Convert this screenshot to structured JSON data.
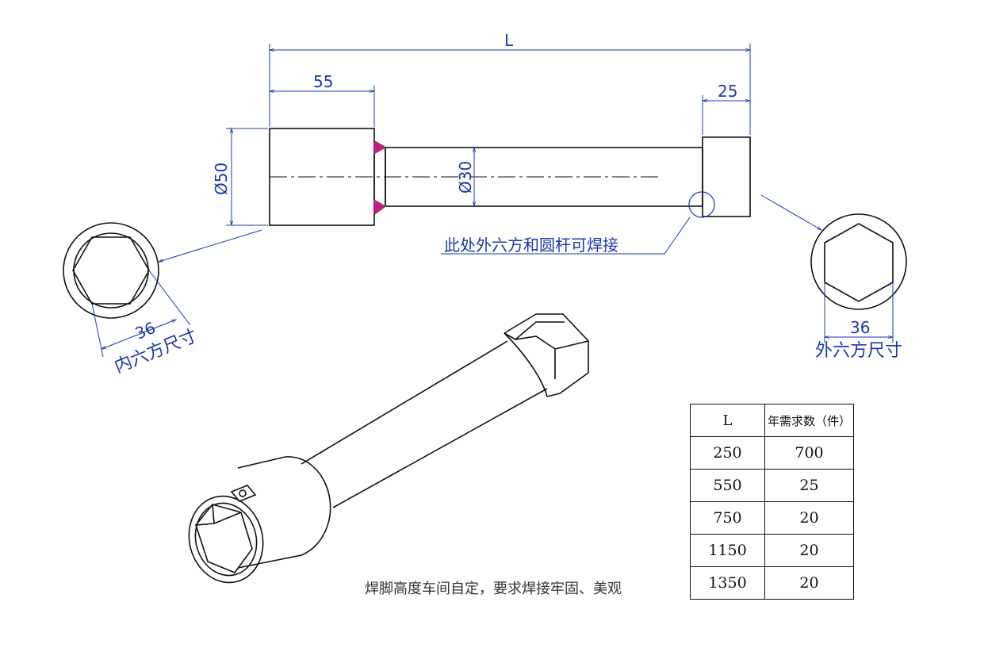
{
  "dimensions": {
    "overall_length": "L",
    "head_length": "55",
    "end_length": "25",
    "head_diameter": "Ø50",
    "rod_diameter": "Ø30",
    "inner_hex": "36",
    "outer_hex": "36"
  },
  "notes": {
    "weld_note": "此处外六方和圆杆可焊接",
    "inner_hex_label": "内六方尺寸",
    "outer_hex_label": "外六方尺寸",
    "weld_requirement": "焊脚高度车间自定，要求焊接牢固、美观"
  },
  "table": {
    "headers": [
      "L",
      "年需求数（件）"
    ],
    "rows": [
      [
        "250",
        "700"
      ],
      [
        "550",
        "25"
      ],
      [
        "750",
        "20"
      ],
      [
        "1150",
        "20"
      ],
      [
        "1350",
        "20"
      ]
    ]
  },
  "colors": {
    "line": "#111111",
    "dimension": "#1a3aa8",
    "weld": "#c02080"
  }
}
